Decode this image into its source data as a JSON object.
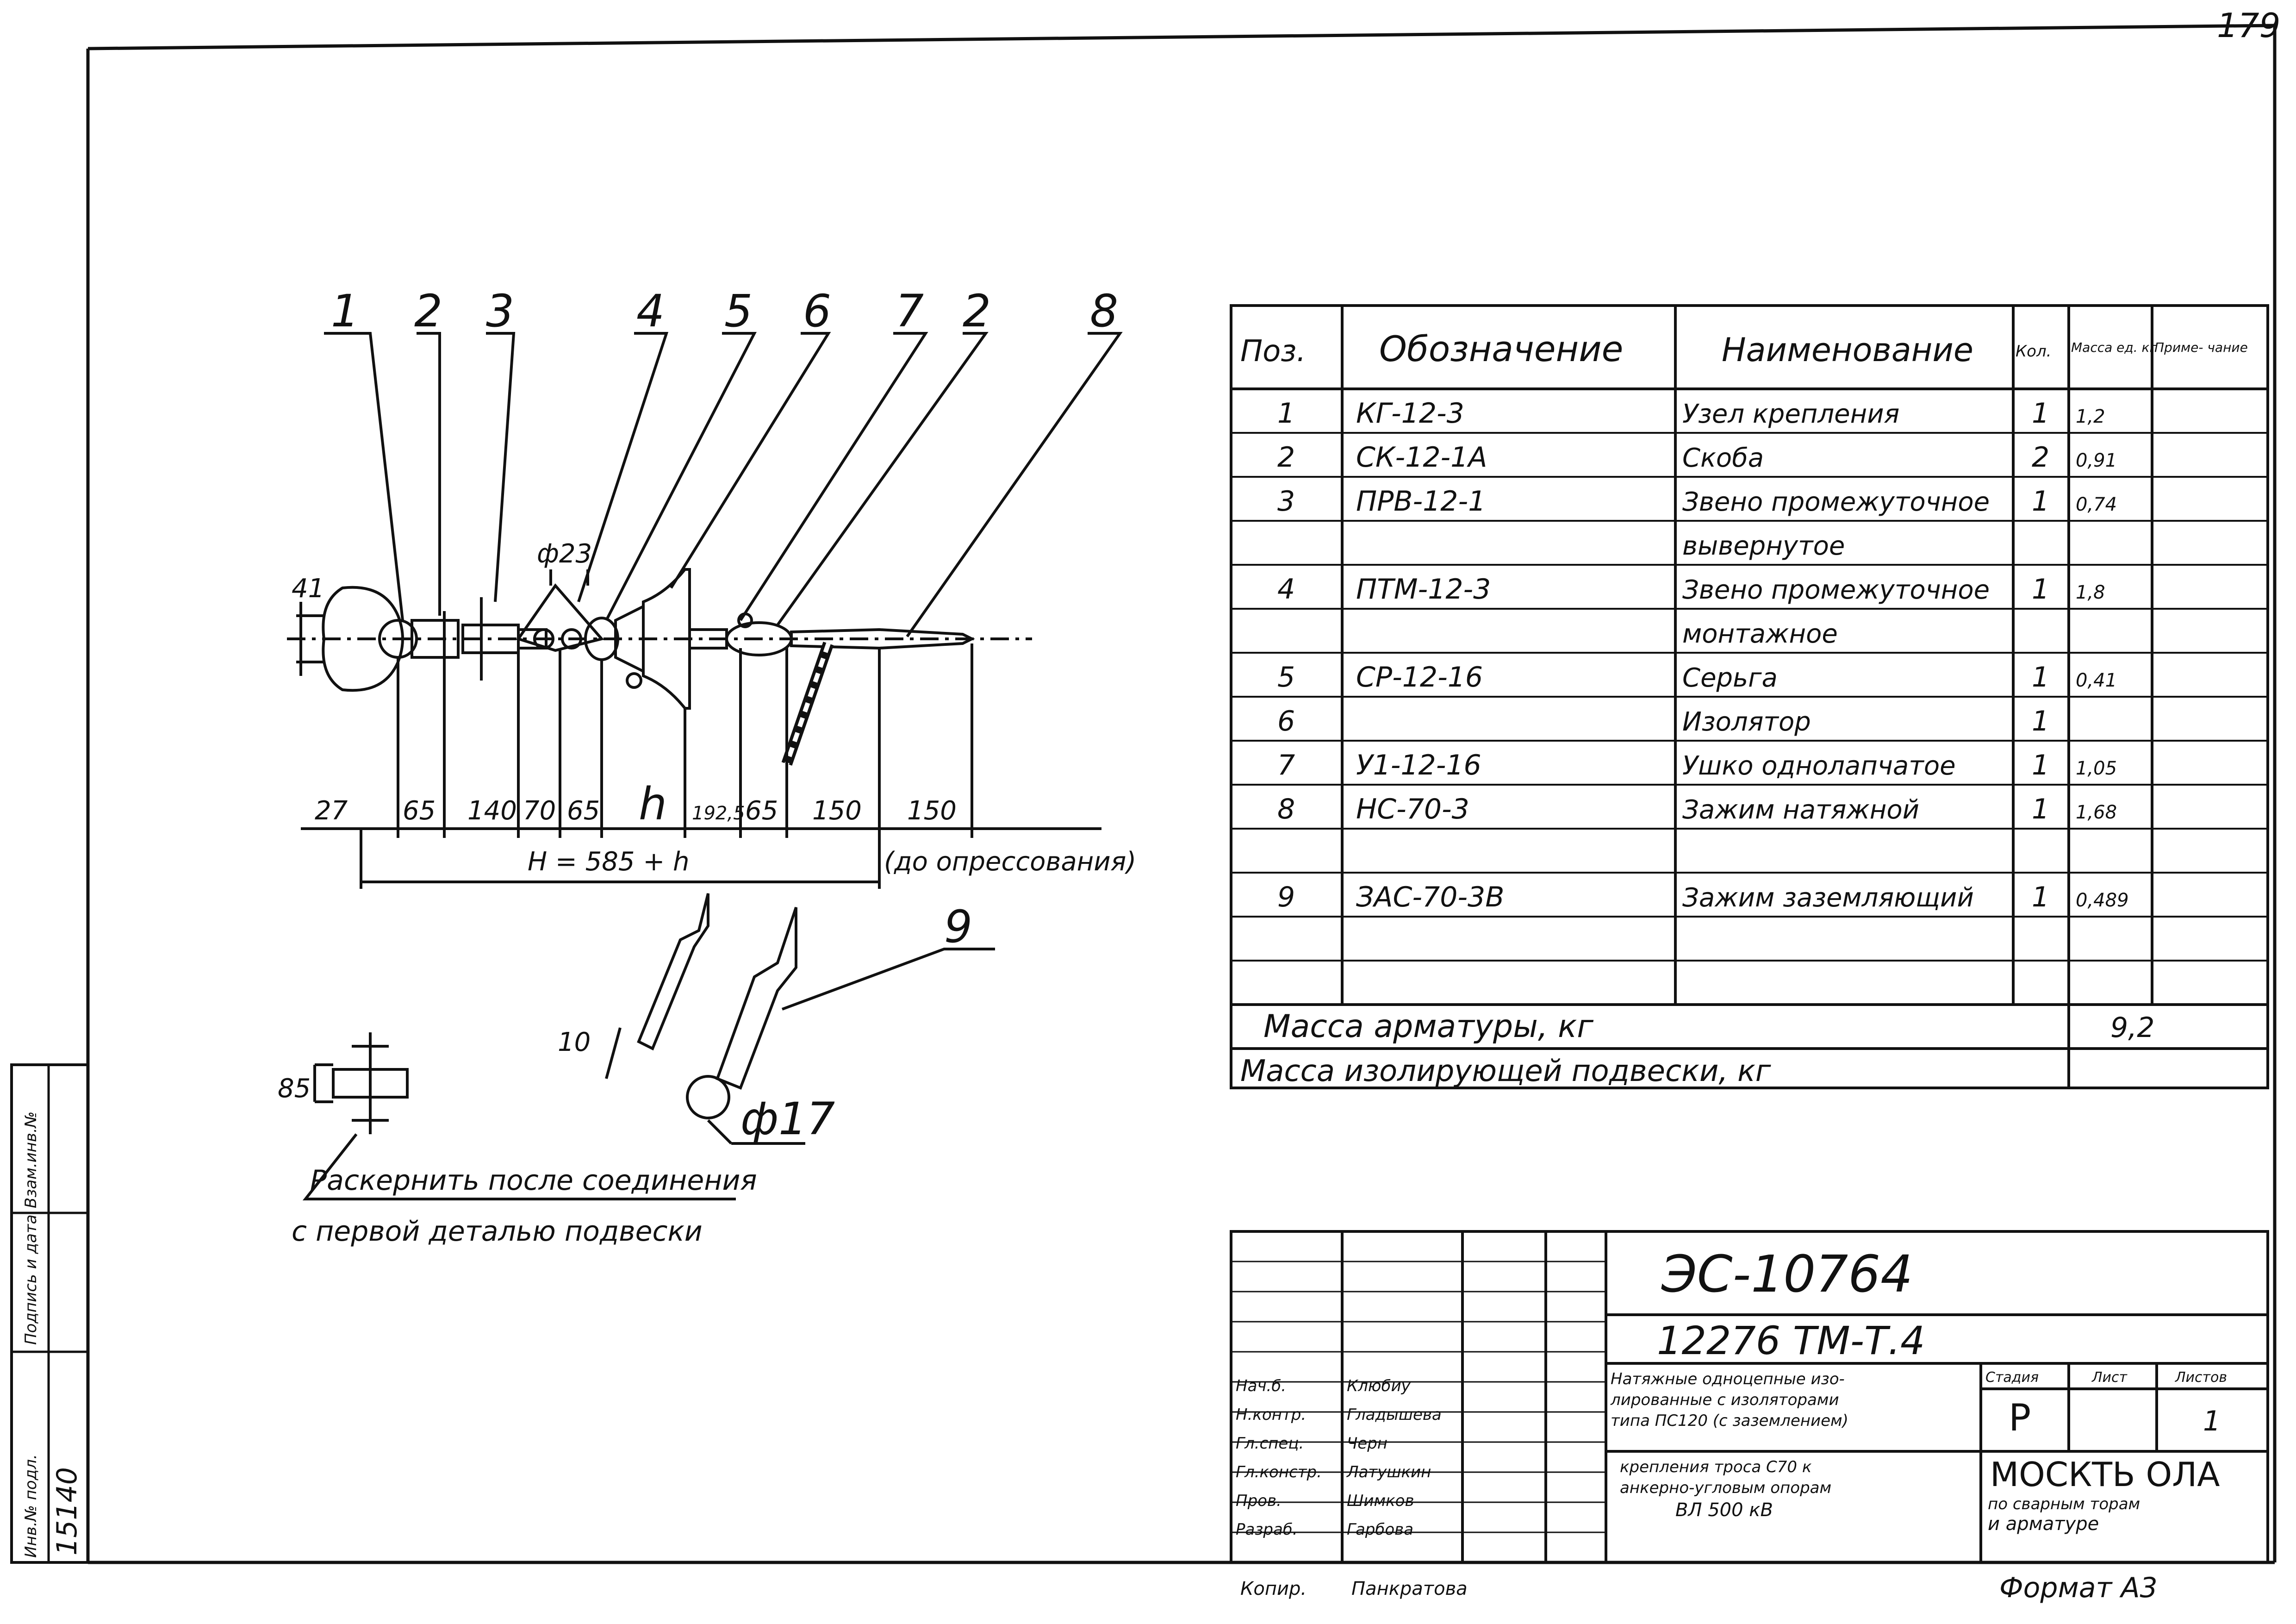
{
  "sheet_number": "179",
  "drawing": {
    "callouts": [
      "1",
      "2",
      "3",
      "4",
      "5",
      "6",
      "7",
      "2",
      "8"
    ],
    "callout_9": "9",
    "dia_23": "ф23",
    "dim_41": "41",
    "dim_85": "85",
    "dim_10": "10",
    "dia_17": "ф17",
    "bottom_dims": [
      "27",
      "65",
      "140",
      "70",
      "65",
      "h",
      "192,5",
      "65",
      "150",
      "150"
    ],
    "total_formula": "H = 585 + h",
    "pre_crimp": "(до опрессования)",
    "note_line1": "Раскернить после соединения",
    "note_line2": "с первой деталью подвески"
  },
  "spec_table": {
    "headers": [
      "Поз.",
      "Обозначение",
      "Наименование",
      "Кол.",
      "Масса ед. кг",
      "Приме- чание"
    ],
    "rows": [
      {
        "pos": "1",
        "code": "КГ-12-3",
        "name": "Узел крепления",
        "qty": "1",
        "mass": "1,2"
      },
      {
        "pos": "2",
        "code": "СК-12-1А",
        "name": "Скоба",
        "qty": "2",
        "mass": "0,91"
      },
      {
        "pos": "3",
        "code": "ПРВ-12-1",
        "name": "Звено промежуточное",
        "qty": "1",
        "mass": "0,74"
      },
      {
        "pos": "",
        "code": "",
        "name": "вывернутое",
        "qty": "",
        "mass": ""
      },
      {
        "pos": "4",
        "code": "ПТМ-12-3",
        "name": "Звено промежуточное",
        "qty": "1",
        "mass": "1,8"
      },
      {
        "pos": "",
        "code": "",
        "name": "монтажное",
        "qty": "",
        "mass": ""
      },
      {
        "pos": "5",
        "code": "СР-12-16",
        "name": "Серьга",
        "qty": "1",
        "mass": "0,41"
      },
      {
        "pos": "6",
        "code": "",
        "name": "Изолятор",
        "qty": "1",
        "mass": ""
      },
      {
        "pos": "7",
        "code": "У1-12-16",
        "name": "Ушко однолапчатое",
        "qty": "1",
        "mass": "1,05"
      },
      {
        "pos": "8",
        "code": "НС-70-3",
        "name": "Зажим натяжной",
        "qty": "1",
        "mass": "1,68"
      },
      {
        "pos": "",
        "code": "",
        "name": "",
        "qty": "",
        "mass": ""
      },
      {
        "pos": "9",
        "code": "ЗАС-70-3В",
        "name": "Зажим заземляющий",
        "qty": "1",
        "mass": "0,489"
      }
    ],
    "mass_fittings_label": "Масса арматуры, кг",
    "mass_fittings_value": "9,2",
    "mass_assembly_label": "Масса изолирующей подвески, кг"
  },
  "title_block": {
    "code": "ЭС-10764",
    "sheet_code": "12276 ТМ-Т.4",
    "desc_line1": "Натяжные одноцепные изо-",
    "desc_line2": "лированные с изоляторами",
    "desc_line3": "типа ПС120 (с заземлением)",
    "desc_line4": "крепления троса С70 к",
    "desc_line5": "анкерно-угловым опорам",
    "desc_line6": "ВЛ 500 кВ",
    "stage_label": "Стадия",
    "sheet_label": "Лист",
    "sheets_label": "Листов",
    "stage": "Р",
    "sheets": "1",
    "org_line1": "МОСКТЬ ОЛА",
    "org_line2": "по сварным торам",
    "org_line3": "и арматуре",
    "format": "Формат А3",
    "roles": [
      "Нач.б.",
      "Н.контр.",
      "Гл.спец.",
      "Гл.констр.",
      "Пров.",
      "Разраб."
    ],
    "names": [
      "Клюбиу",
      "Гладышева",
      "Черн",
      "Латушкин",
      "Шимков",
      "Гарбова"
    ],
    "copied_role": "Копир.",
    "copied_name": "Панкратова"
  },
  "side_stamp": {
    "labels": [
      "Инв.№ подл.",
      "Подпись и дата",
      "Взам.инв.№"
    ],
    "inventory_no": "15140"
  }
}
